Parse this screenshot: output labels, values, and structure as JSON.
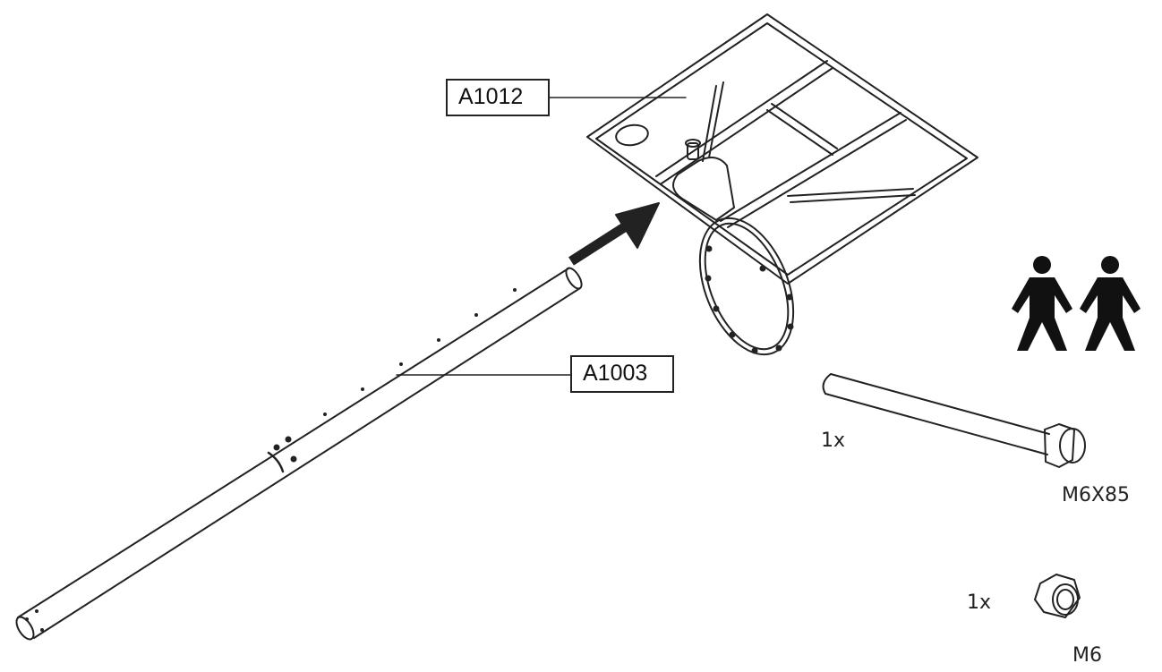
{
  "parts": {
    "board": {
      "code": "A1012"
    },
    "pole": {
      "code": "A1003"
    }
  },
  "hardware": [
    {
      "quantity": "1x",
      "name": "M6X85",
      "type": "hex-bolt"
    },
    {
      "quantity": "1x",
      "name": "M6",
      "type": "hex-nut"
    }
  ],
  "people_required": 2,
  "colors": {
    "line": "#222222",
    "background": "#ffffff"
  }
}
